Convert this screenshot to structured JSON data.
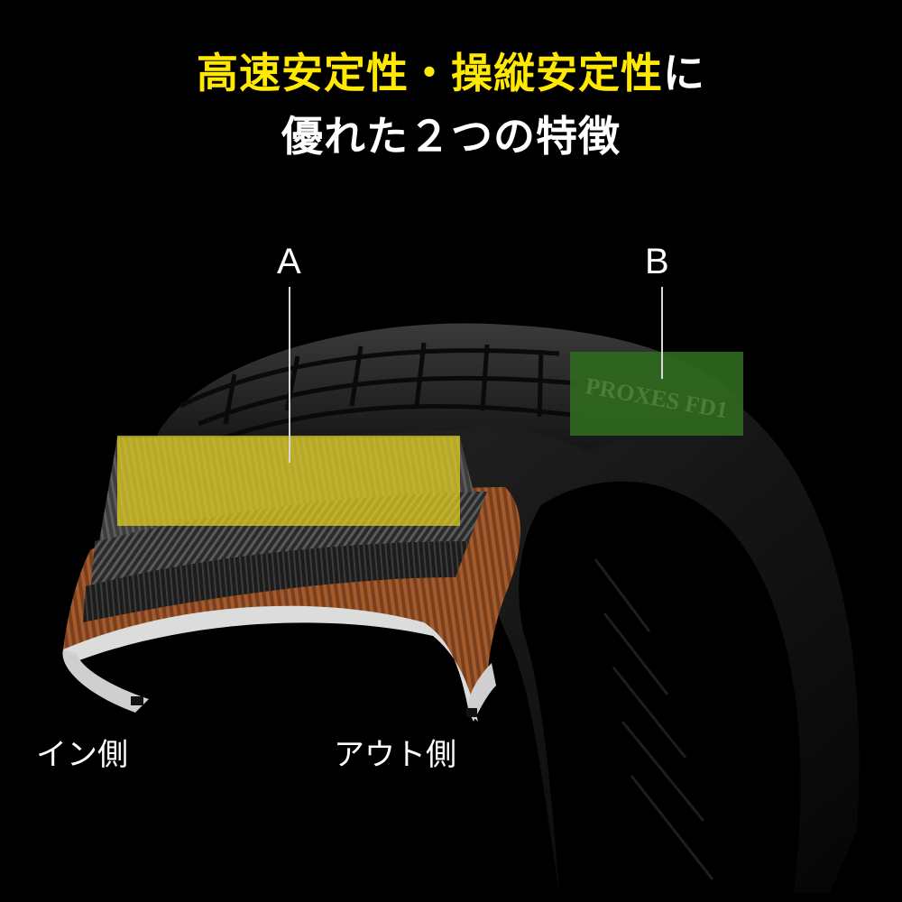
{
  "title": {
    "line1_highlight": "高速安定性・操縦安定性",
    "line1_tail": "に",
    "line2": "優れた２つの特徴"
  },
  "markers": {
    "a": "A",
    "b": "B"
  },
  "sides": {
    "in": "イン側",
    "out": "アウト側"
  },
  "sidewall_text": "PROXES FD1",
  "colors": {
    "title_highlight": "#ffe900",
    "region_a": "#e6d31e",
    "region_b": "#2f6a1e",
    "carcass": "#8a4a22",
    "background": "#000000"
  }
}
